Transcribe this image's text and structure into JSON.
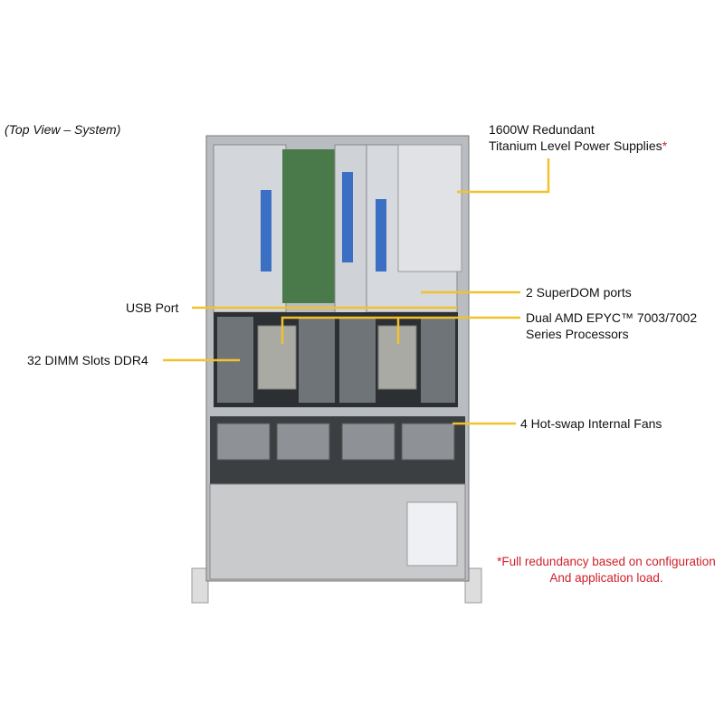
{
  "caption": "(Top View – System)",
  "callouts": {
    "psu_line1": "1600W Redundant",
    "psu_line2": "Titanium  Level  Power Supplies",
    "psu_asterisk": "*",
    "superdom": "2 SuperDOM ports",
    "usb": "USB Port",
    "cpu_line1": "Dual AMD EPYC™ 7003/7002",
    "cpu_line2": "Series Processors",
    "dimm": "32 DIMM  Slots DDR4",
    "fans": "4 Hot-swap Internal  Fans"
  },
  "footnote": {
    "line1": "*Full redundancy based on configuration",
    "line2": "And application load."
  },
  "colors": {
    "callout_line": "#f2c12e",
    "footnote": "#d0202a"
  }
}
